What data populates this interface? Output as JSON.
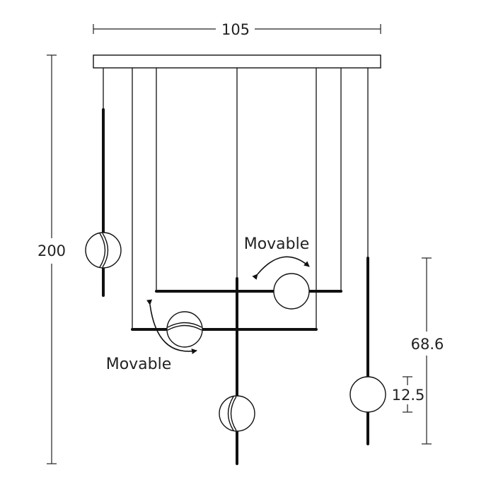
{
  "dimensions": {
    "width": "105",
    "height": "200",
    "bar_length": "68.6",
    "globe_diameter": "12.5"
  },
  "annotations": {
    "movable_top": "Movable",
    "movable_bottom": "Movable"
  }
}
